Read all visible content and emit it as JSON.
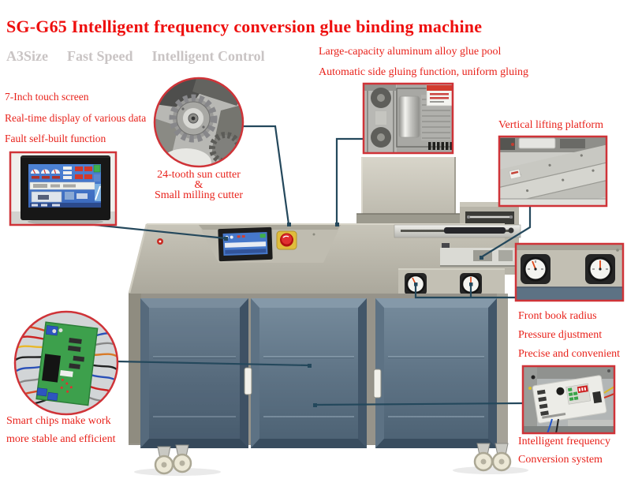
{
  "title": "SG-G65 Intelligent frequency conversion glue binding machine",
  "features": [
    "A3Size",
    "Fast Speed",
    "Intelligent Control"
  ],
  "callouts": {
    "glue_pool": {
      "lines": [
        "Large-capacity aluminum alloy glue pool",
        "Automatic side gluing function, uniform gluing"
      ]
    },
    "touch_screen": {
      "lines": [
        "7-Inch touch screen",
        "Real-time display of various data",
        "Fault self-built function"
      ]
    },
    "cutter": {
      "lines": [
        "24-tooth sun cutter",
        "&",
        "Small milling cutter"
      ]
    },
    "lifting_platform": {
      "lines": [
        "Vertical lifting platform"
      ]
    },
    "pressure": {
      "lines": [
        "Front book radius",
        "Pressure djustment",
        "Precise and convenient"
      ]
    },
    "smart_chips": {
      "lines": [
        "Smart chips make work",
        "more stable and efficient"
      ]
    },
    "frequency": {
      "lines": [
        "Intelligent frequency",
        "Conversion system"
      ]
    }
  },
  "colors": {
    "accent_red": "#ee0f0e",
    "text_red": "#e8221b",
    "muted_gray": "#c9c4c4",
    "callout_line": "#24485c",
    "inset_border": "#cf3338",
    "machine_body": "#bcb9ac",
    "door_blue": "#5a6f81"
  }
}
